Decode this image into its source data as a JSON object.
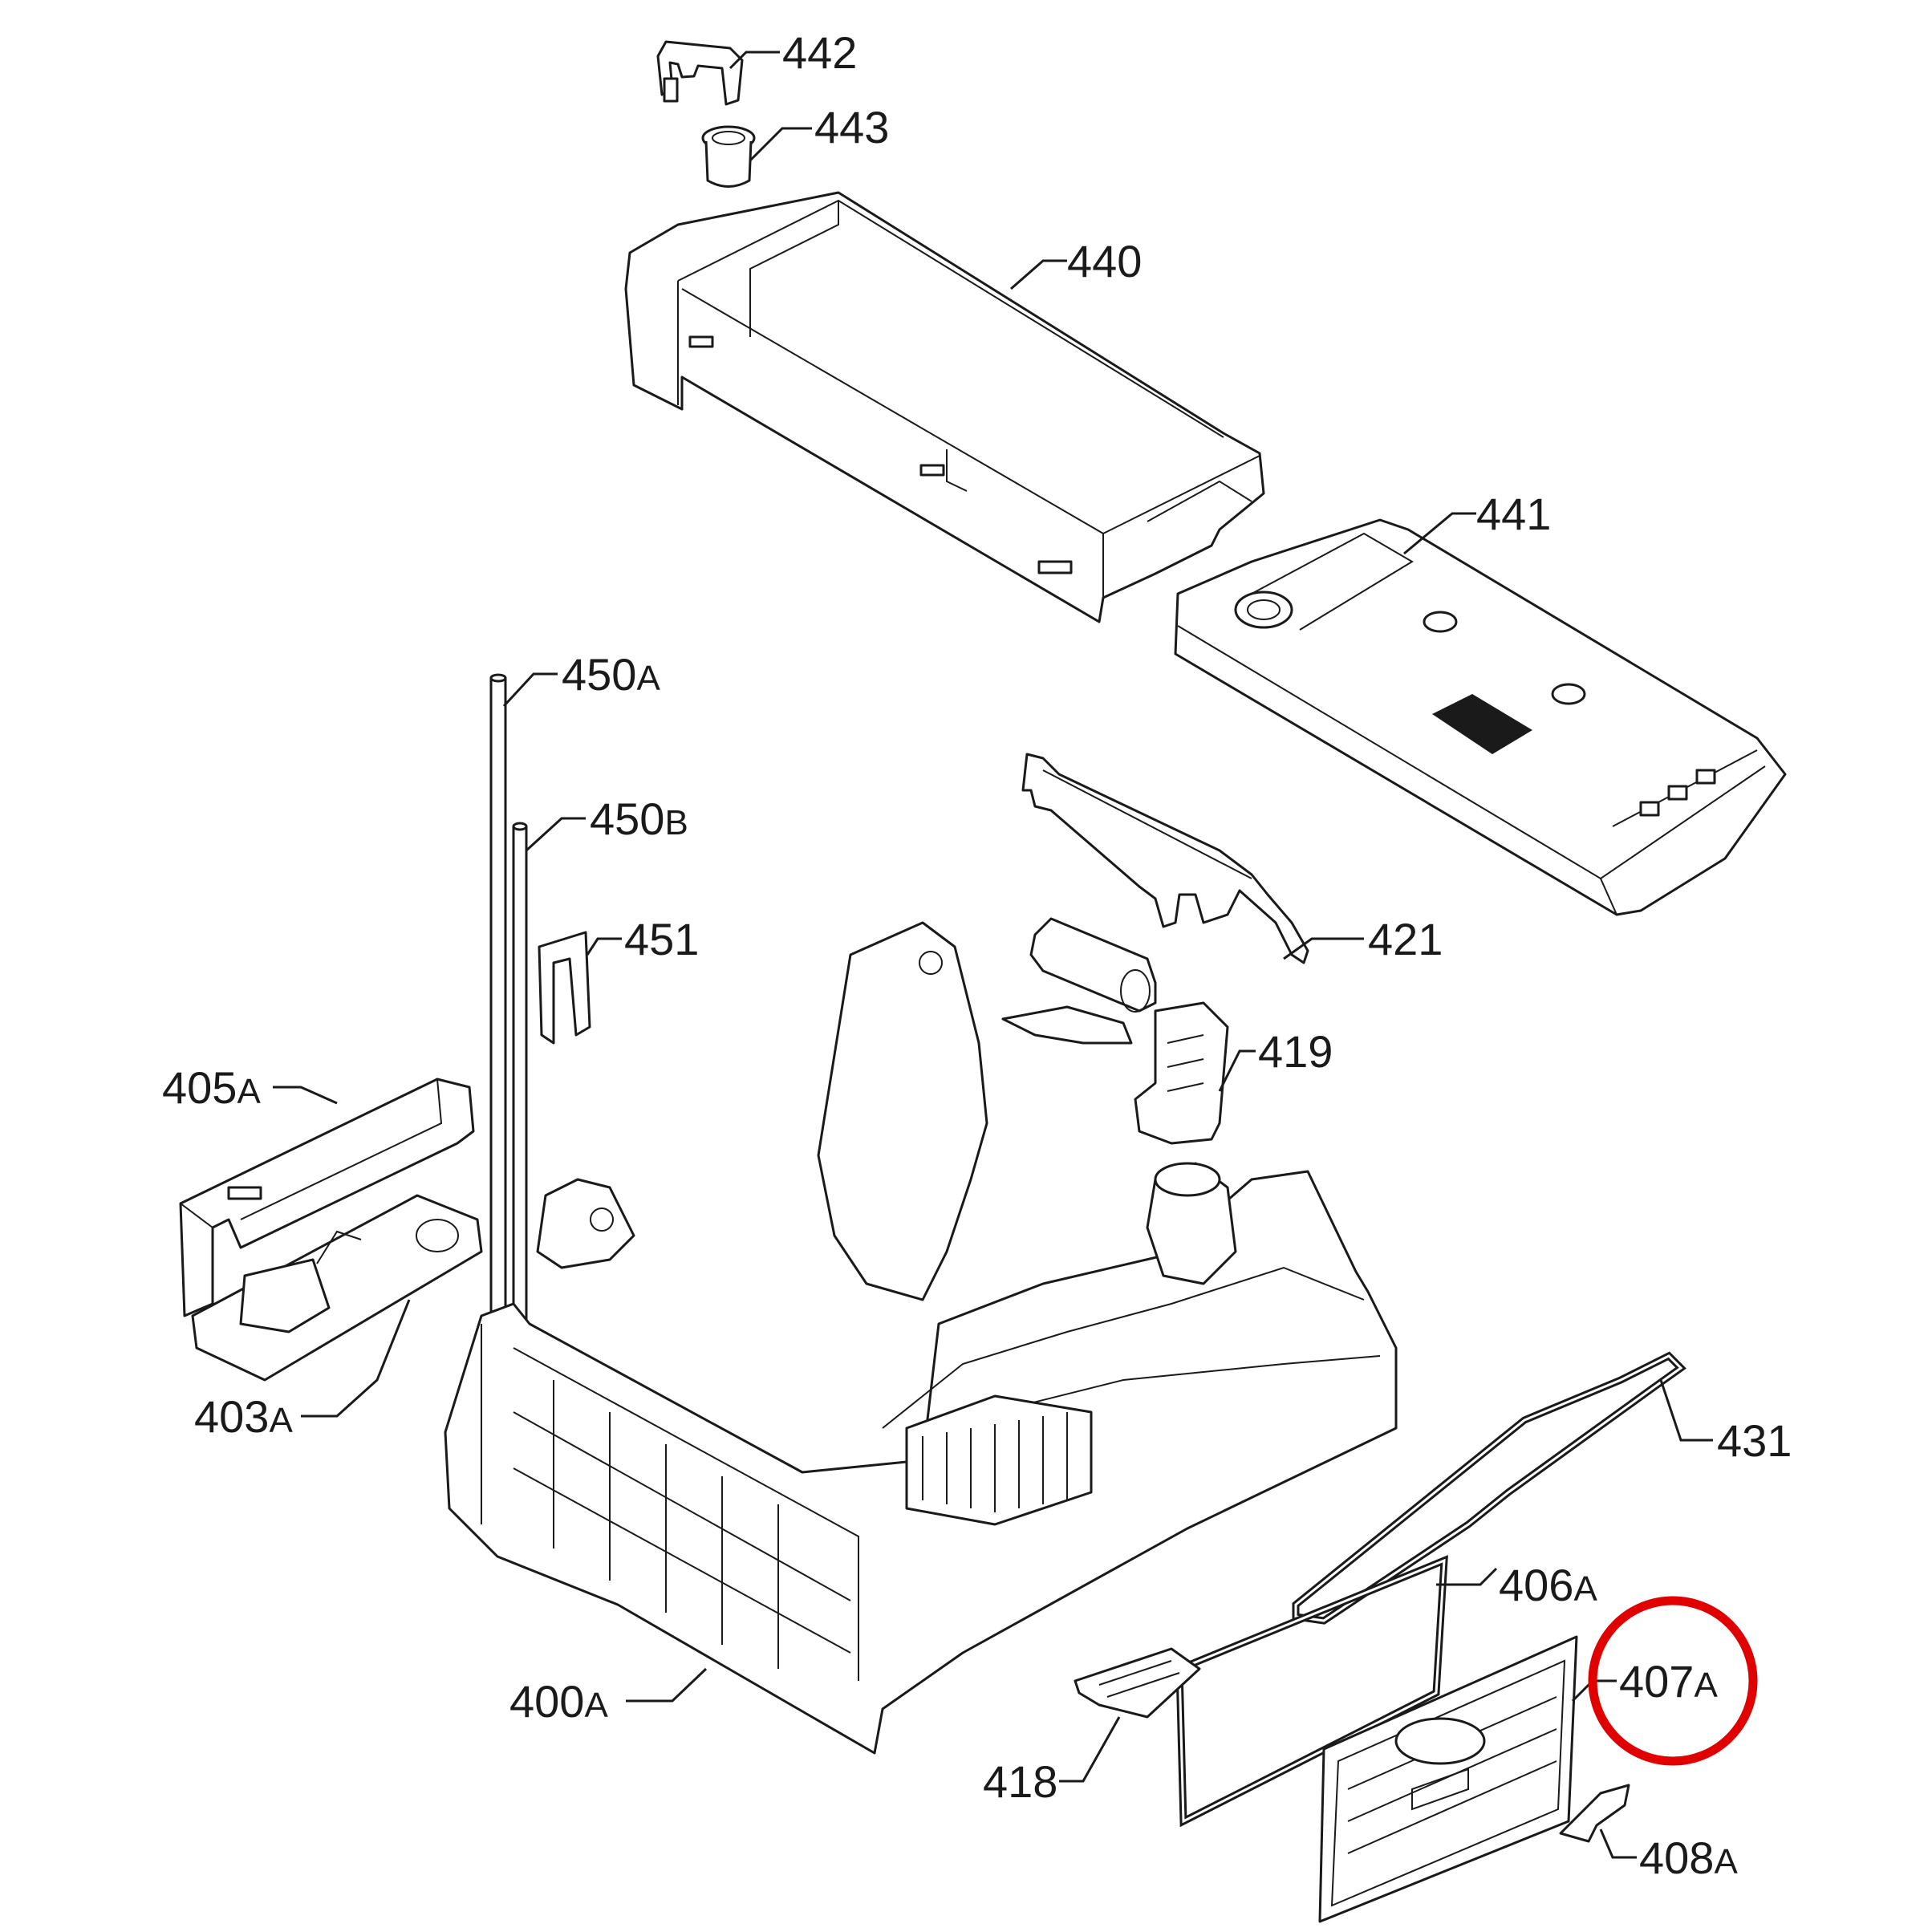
{
  "parts": [
    {
      "id": "p442",
      "label": "442",
      "suffix": ""
    },
    {
      "id": "p443",
      "label": "443",
      "suffix": ""
    },
    {
      "id": "p440",
      "label": "440",
      "suffix": ""
    },
    {
      "id": "p441",
      "label": "441",
      "suffix": ""
    },
    {
      "id": "p450a",
      "label": "450",
      "suffix": "A"
    },
    {
      "id": "p450b",
      "label": "450",
      "suffix": "B"
    },
    {
      "id": "p451",
      "label": "451",
      "suffix": ""
    },
    {
      "id": "p421",
      "label": "421",
      "suffix": ""
    },
    {
      "id": "p419",
      "label": "419",
      "suffix": ""
    },
    {
      "id": "p405a",
      "label": "405",
      "suffix": "A"
    },
    {
      "id": "p403a",
      "label": "403",
      "suffix": "A"
    },
    {
      "id": "p431",
      "label": "431",
      "suffix": ""
    },
    {
      "id": "p406a",
      "label": "406",
      "suffix": "A"
    },
    {
      "id": "p407a",
      "label": "407",
      "suffix": "A"
    },
    {
      "id": "p400a",
      "label": "400",
      "suffix": "A"
    },
    {
      "id": "p418",
      "label": "418",
      "suffix": ""
    },
    {
      "id": "p408a",
      "label": "408",
      "suffix": "A"
    }
  ],
  "highlight": {
    "part": "407A",
    "color": "#e00000"
  },
  "colors": {
    "line": "#1a1a1a",
    "background": "#ffffff"
  }
}
